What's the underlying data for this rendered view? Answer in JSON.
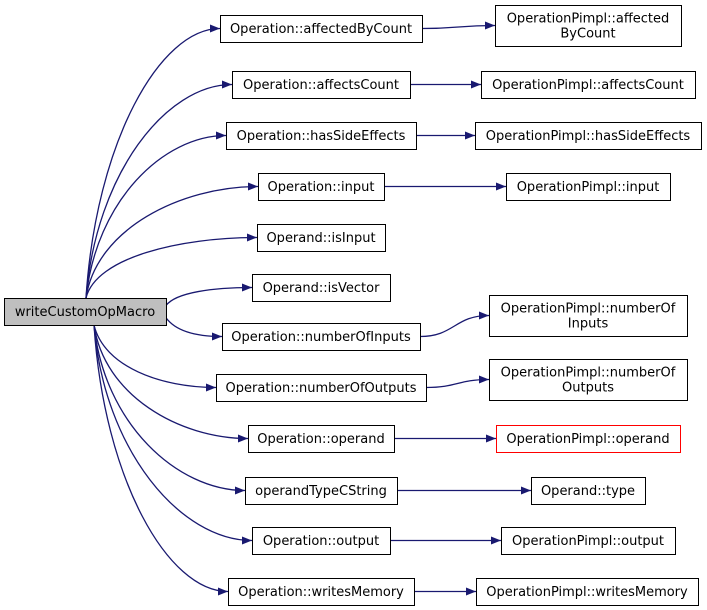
{
  "colors": {
    "edge": "#191970",
    "node_border": "#000000",
    "node_fill": "#ffffff",
    "root_fill": "#bfbfbf",
    "highlight_border": "#ff0000"
  },
  "graph": {
    "root": {
      "id": "root",
      "lines": [
        "writeCustomOpMacro"
      ]
    },
    "nodes": [
      {
        "id": "op_affectedByCount",
        "lines": [
          "Operation::affectedByCount"
        ]
      },
      {
        "id": "impl_affectedByCount",
        "lines": [
          "OperationPimpl::affected",
          "ByCount"
        ]
      },
      {
        "id": "op_affectsCount",
        "lines": [
          "Operation::affectsCount"
        ]
      },
      {
        "id": "impl_affectsCount",
        "lines": [
          "OperationPimpl::affectsCount"
        ]
      },
      {
        "id": "op_hasSideEffects",
        "lines": [
          "Operation::hasSideEffects"
        ]
      },
      {
        "id": "impl_hasSideEffects",
        "lines": [
          "OperationPimpl::hasSideEffects"
        ]
      },
      {
        "id": "op_input",
        "lines": [
          "Operation::input"
        ]
      },
      {
        "id": "impl_input",
        "lines": [
          "OperationPimpl::input"
        ]
      },
      {
        "id": "operand_isInput",
        "lines": [
          "Operand::isInput"
        ]
      },
      {
        "id": "operand_isVector",
        "lines": [
          "Operand::isVector"
        ]
      },
      {
        "id": "op_numberOfInputs",
        "lines": [
          "Operation::numberOfInputs"
        ]
      },
      {
        "id": "impl_numberOfInputs",
        "lines": [
          "OperationPimpl::numberOf",
          "Inputs"
        ]
      },
      {
        "id": "op_numberOfOutputs",
        "lines": [
          "Operation::numberOfOutputs"
        ]
      },
      {
        "id": "impl_numberOfOutputs",
        "lines": [
          "OperationPimpl::numberOf",
          "Outputs"
        ]
      },
      {
        "id": "op_operand",
        "lines": [
          "Operation::operand"
        ]
      },
      {
        "id": "impl_operand",
        "lines": [
          "OperationPimpl::operand"
        ],
        "highlight": true
      },
      {
        "id": "operandTypeCString",
        "lines": [
          "operandTypeCString"
        ]
      },
      {
        "id": "operand_type",
        "lines": [
          "Operand::type"
        ]
      },
      {
        "id": "op_output",
        "lines": [
          "Operation::output"
        ]
      },
      {
        "id": "impl_output",
        "lines": [
          "OperationPimpl::output"
        ]
      },
      {
        "id": "op_writesMemory",
        "lines": [
          "Operation::writesMemory"
        ]
      },
      {
        "id": "impl_writesMemory",
        "lines": [
          "OperationPimpl::writesMemory"
        ]
      }
    ],
    "edges": [
      [
        "root",
        "op_affectedByCount"
      ],
      [
        "root",
        "op_affectsCount"
      ],
      [
        "root",
        "op_hasSideEffects"
      ],
      [
        "root",
        "op_input"
      ],
      [
        "root",
        "operand_isInput"
      ],
      [
        "root",
        "operand_isVector"
      ],
      [
        "root",
        "op_numberOfInputs"
      ],
      [
        "root",
        "op_numberOfOutputs"
      ],
      [
        "root",
        "op_operand"
      ],
      [
        "root",
        "operandTypeCString"
      ],
      [
        "root",
        "op_output"
      ],
      [
        "root",
        "op_writesMemory"
      ],
      [
        "op_affectedByCount",
        "impl_affectedByCount"
      ],
      [
        "op_affectsCount",
        "impl_affectsCount"
      ],
      [
        "op_hasSideEffects",
        "impl_hasSideEffects"
      ],
      [
        "op_input",
        "impl_input"
      ],
      [
        "op_numberOfInputs",
        "impl_numberOfInputs"
      ],
      [
        "op_numberOfOutputs",
        "impl_numberOfOutputs"
      ],
      [
        "op_operand",
        "impl_operand"
      ],
      [
        "operandTypeCString",
        "operand_type"
      ],
      [
        "op_output",
        "impl_output"
      ],
      [
        "op_writesMemory",
        "impl_writesMemory"
      ]
    ]
  }
}
